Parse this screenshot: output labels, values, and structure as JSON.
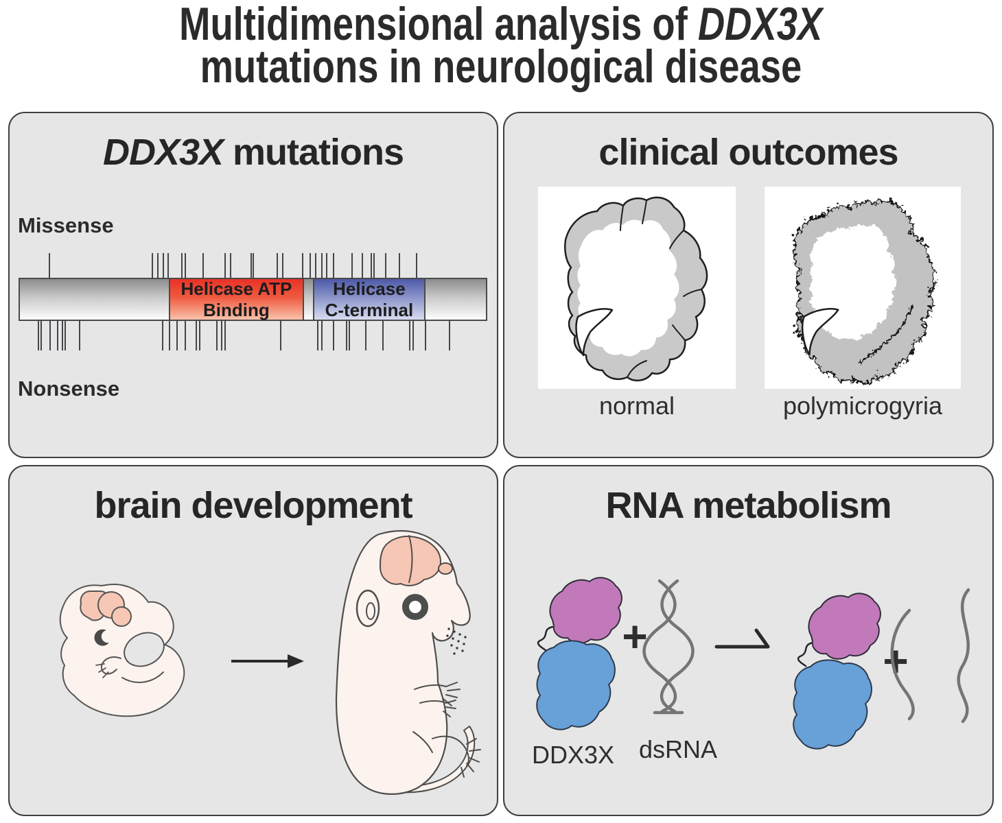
{
  "title": {
    "line1_regular": "Multidimensional analysis of ",
    "line1_italic": "DDX3X",
    "line2": "mutations in neurological disease"
  },
  "colors": {
    "panel_bg": "#e6e6e6",
    "panel_border": "#3f3f3f",
    "text": "#262626",
    "bar_gray_top": "#8d8d8d",
    "bar_gray_bottom": "#fdfdfd",
    "tick": "#45454c",
    "cortex_gray_normal": "#c9c9c9",
    "cortex_gray_poly": "#c2c2c2",
    "embryo_body": "#fdf3ee",
    "embryo_brain": "#f6c7b4",
    "ddx3x_purple": "#c279ba",
    "ddx3x_blue": "#68a0d8",
    "rna_strand_gray": "#757575"
  },
  "mutations_panel": {
    "heading_italic": "DDX3X",
    "heading_regular": " mutations",
    "missense_label": "Missense",
    "nonsense_label": "Nonsense",
    "domains": [
      {
        "label_line1": "Helicase ATP",
        "label_line2": "Binding",
        "start_pct": 31.9,
        "end_pct": 61.0,
        "gradient_top": "#e93126",
        "gradient_mid": "#ef5a40",
        "gradient_bottom": "#f9c2ab"
      },
      {
        "label_line1": "Helicase",
        "label_line2": "C-terminal",
        "start_pct": 62.9,
        "end_pct": 87.0,
        "gradient_top": "#4d59a7",
        "gradient_mid": "#8a94c9",
        "gradient_bottom": "#d8dcf0"
      }
    ],
    "missense_ticks_pct": [
      6.2,
      28.3,
      29.5,
      30.7,
      31.6,
      34.6,
      35.3,
      39.2,
      43.9,
      45.1,
      49.5,
      49.9,
      55.1,
      56.2,
      60.6,
      62.1,
      63.3,
      64.7,
      65.7,
      67.1,
      71.2,
      73.3,
      75.3,
      75.9,
      78.4,
      81.3,
      85.0
    ],
    "nonsense_ticks_pct": [
      3.9,
      4.4,
      6.4,
      8.0,
      9.0,
      9.5,
      12.6,
      30.5,
      31.9,
      33.6,
      35.3,
      37.7,
      38.4,
      42.1,
      43.1,
      43.9,
      55.8,
      63.8,
      64.7,
      67.1,
      70.0,
      70.5,
      74.1,
      77.7,
      83.5,
      84.3,
      86.9,
      92.0
    ]
  },
  "clinical_panel": {
    "heading": "clinical outcomes",
    "images": [
      {
        "label": "normal"
      },
      {
        "label": "polymicrogyria"
      }
    ]
  },
  "development_panel": {
    "heading": "brain development"
  },
  "rna_panel": {
    "heading": "RNA metabolism",
    "plus_sign": "+",
    "protein_label": "DDX3X",
    "rna_label": "dsRNA"
  }
}
